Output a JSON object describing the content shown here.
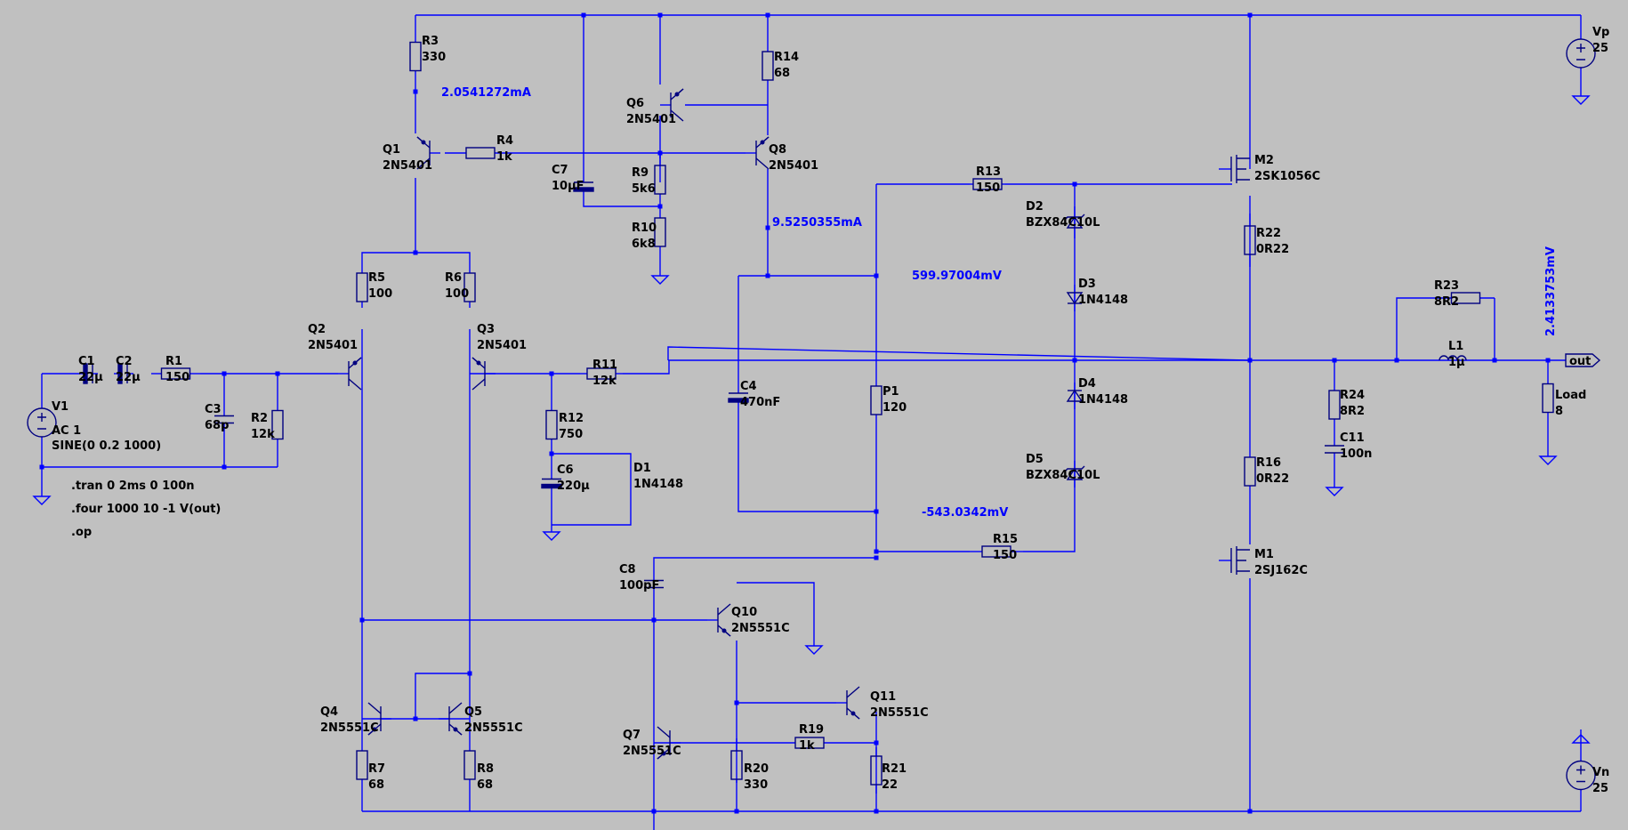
{
  "colors": {
    "background": "#c0c0c0",
    "wire": "#0000ff",
    "text": "#000000",
    "probe": "#0000ff"
  },
  "components": {
    "V1": {
      "name": "V1",
      "value": "AC 1",
      "extra": "SINE(0 0.2 1000)"
    },
    "C1": {
      "name": "C1",
      "value": "22µ"
    },
    "C2": {
      "name": "C2",
      "value": "22µ"
    },
    "R1": {
      "name": "R1",
      "value": "150"
    },
    "C3": {
      "name": "C3",
      "value": "68p"
    },
    "R2": {
      "name": "R2",
      "value": "12k"
    },
    "R3": {
      "name": "R3",
      "value": "330"
    },
    "Q1": {
      "name": "Q1",
      "value": "2N5401"
    },
    "R4": {
      "name": "R4",
      "value": "1k"
    },
    "C7": {
      "name": "C7",
      "value": "10µF"
    },
    "R9": {
      "name": "R9",
      "value": "5k6"
    },
    "R10": {
      "name": "R10",
      "value": "6k8"
    },
    "Q6": {
      "name": "Q6",
      "value": "2N5401"
    },
    "R14": {
      "name": "R14",
      "value": "68"
    },
    "Q8": {
      "name": "Q8",
      "value": "2N5401"
    },
    "R5": {
      "name": "R5",
      "value": "100"
    },
    "R6": {
      "name": "R6",
      "value": "100"
    },
    "Q2": {
      "name": "Q2",
      "value": "2N5401"
    },
    "Q3": {
      "name": "Q3",
      "value": "2N5401"
    },
    "R11": {
      "name": "R11",
      "value": "12k"
    },
    "R12": {
      "name": "R12",
      "value": "750"
    },
    "C6": {
      "name": "C6",
      "value": "220µ"
    },
    "D1": {
      "name": "D1",
      "value": "1N4148"
    },
    "C4": {
      "name": "C4",
      "value": "470nF"
    },
    "P1": {
      "name": "P1",
      "value": "120"
    },
    "R13": {
      "name": "R13",
      "value": "150"
    },
    "D2": {
      "name": "D2",
      "value": "BZX84C10L"
    },
    "D3": {
      "name": "D3",
      "value": "1N4148"
    },
    "D4": {
      "name": "D4",
      "value": "1N4148"
    },
    "D5": {
      "name": "D5",
      "value": "BZX84C10L"
    },
    "R15": {
      "name": "R15",
      "value": "150"
    },
    "M2": {
      "name": "M2",
      "value": "2SK1056C"
    },
    "M1": {
      "name": "M1",
      "value": "2SJ162C"
    },
    "R22": {
      "name": "R22",
      "value": "0R22"
    },
    "R16": {
      "name": "R16",
      "value": "0R22"
    },
    "R23": {
      "name": "R23",
      "value": "8R2"
    },
    "L1": {
      "name": "L1",
      "value": "1µ"
    },
    "R24": {
      "name": "R24",
      "value": "8R2"
    },
    "C11": {
      "name": "C11",
      "value": "100n"
    },
    "Load": {
      "name": "Load",
      "value": "8"
    },
    "Vp": {
      "name": "Vp",
      "value": "25"
    },
    "Vn": {
      "name": "Vn",
      "value": "25"
    },
    "C8": {
      "name": "C8",
      "value": "100pF"
    },
    "Q10": {
      "name": "Q10",
      "value": "2N5551C"
    },
    "Q11": {
      "name": "Q11",
      "value": "2N5551C"
    },
    "Q7": {
      "name": "Q7",
      "value": "2N5551C"
    },
    "R19": {
      "name": "R19",
      "value": "1k"
    },
    "R20": {
      "name": "R20",
      "value": "330"
    },
    "R21": {
      "name": "R21",
      "value": "22"
    },
    "Q4": {
      "name": "Q4",
      "value": "2N5551C"
    },
    "Q5": {
      "name": "Q5",
      "value": "2N5551C"
    },
    "R7": {
      "name": "R7",
      "value": "68"
    },
    "R8": {
      "name": "R8",
      "value": "68"
    }
  },
  "directives": {
    "tran": ".tran 0 2ms 0 100n",
    "four": ".four 1000 10 -1 V(out)",
    "op": ".op"
  },
  "probes": {
    "r3_current": "2.0541272mA",
    "q8_current": "9.5250355mA",
    "bias_top": "599.97004mV",
    "bias_bottom": "-543.0342mV",
    "out_voltage": "2.4133753mV"
  },
  "labels": {
    "out": "out"
  }
}
